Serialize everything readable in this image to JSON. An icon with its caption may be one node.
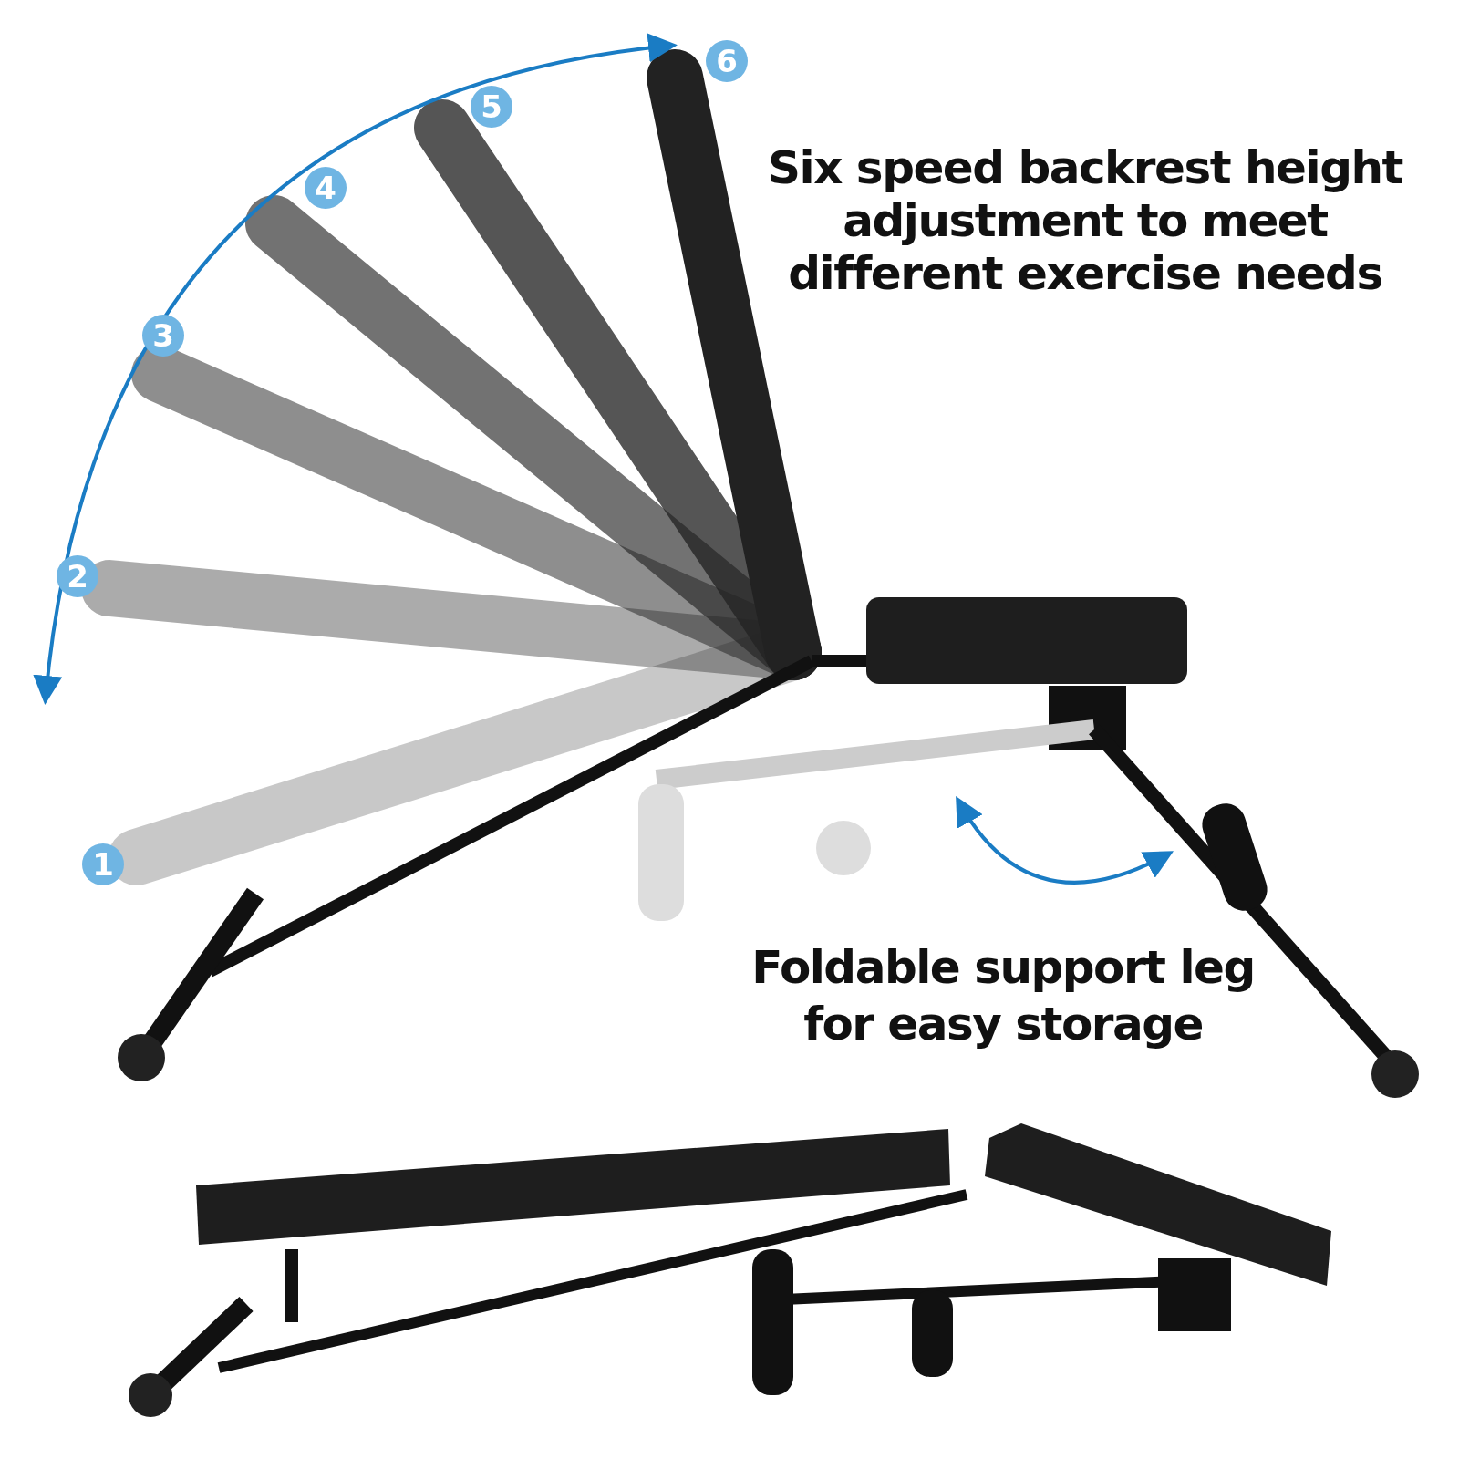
{
  "diagram": {
    "labels": [
      "6",
      "5",
      "Six speed backrest height adjustment to meet different exercise needs",
      "4",
      "3",
      "2",
      "1",
      "Foldable support leg for easy storage"
    ]
  }
}
